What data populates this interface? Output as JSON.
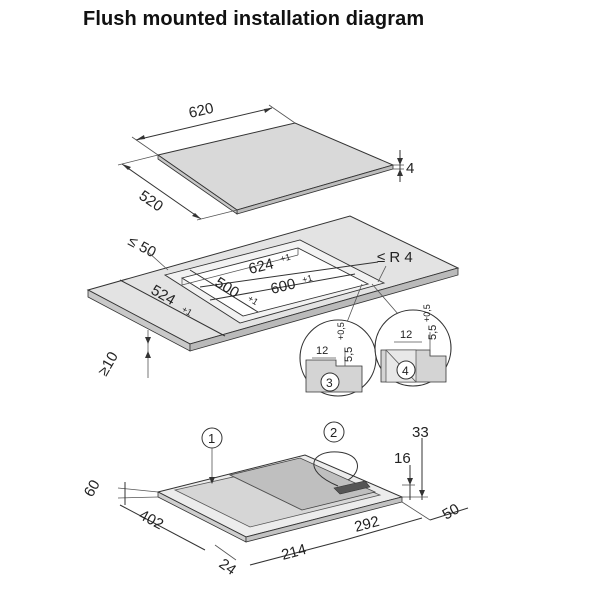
{
  "title": "Flush mounted installation diagram",
  "hob": {
    "width": "620",
    "depth": "520",
    "thickness": "4"
  },
  "cutout": {
    "rebate_min": "≤ 50",
    "radius": "≤ R 4",
    "outer_width": "624",
    "outer_width_tol": "+1",
    "inner_width": "600",
    "inner_width_tol": "+1",
    "inner_depth": "500",
    "inner_depth_tol": "+1",
    "outer_depth": "524",
    "outer_depth_tol": "+1",
    "worktop_min": "≥10"
  },
  "details": [
    {
      "number": "3",
      "width": "12",
      "depth": "5,5",
      "tol": "+0,5"
    },
    {
      "number": "4",
      "width": "12",
      "depth": "5,5",
      "tol": "+0,5"
    }
  ],
  "callouts": [
    "1",
    "2"
  ],
  "bottom_dims": {
    "height": "60",
    "depth": "402",
    "edge": "24",
    "front": "214",
    "right": "292",
    "side": "50",
    "top": "33",
    "mid": "16"
  }
}
